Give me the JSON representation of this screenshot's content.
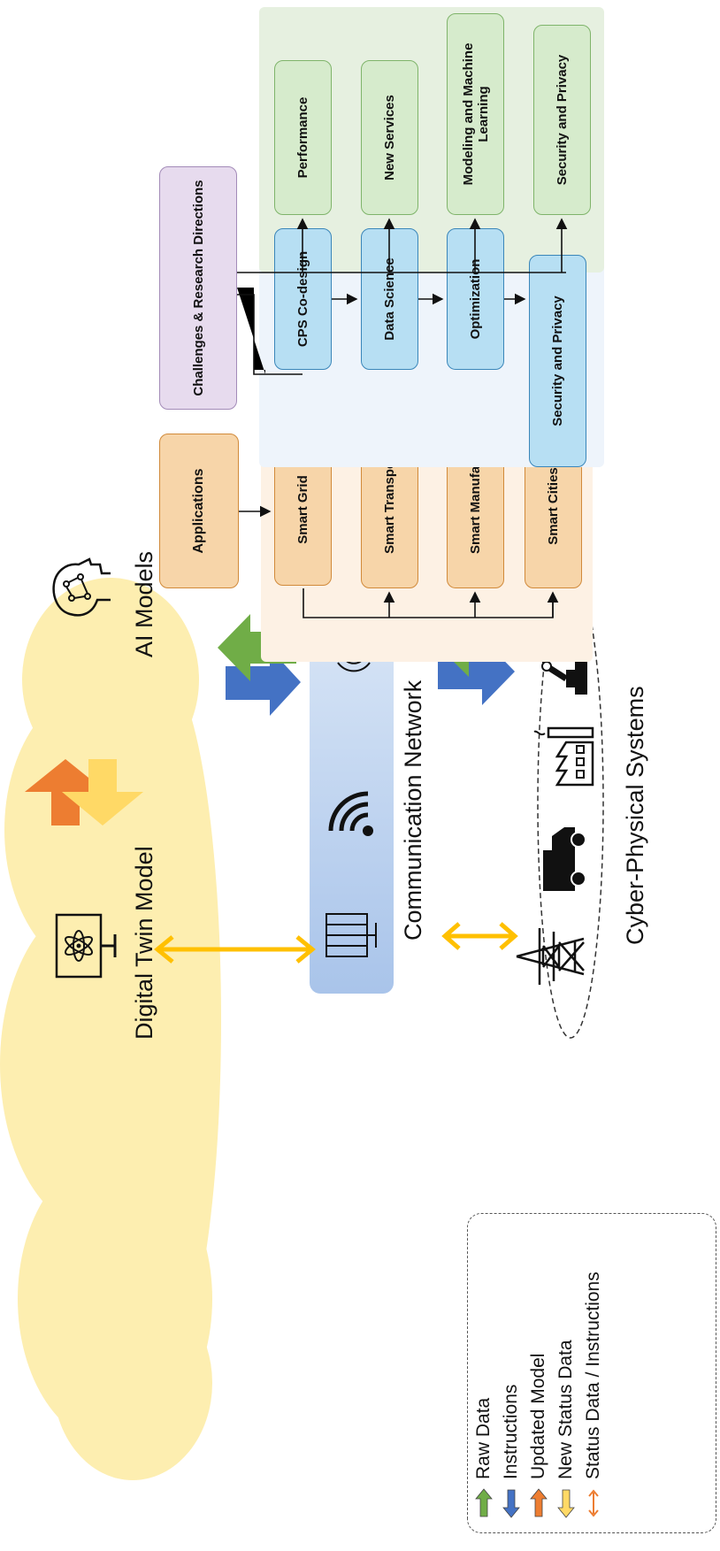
{
  "cloud": {
    "ai_models_label": "AI Models",
    "digital_twin_label": "Digital Twin Model"
  },
  "network": {
    "label": "Communication Network"
  },
  "cps": {
    "label": "Cyber-Physical Systems"
  },
  "applications": {
    "header": "Applications",
    "items": [
      "Smart Grid",
      "Smart Transportation",
      "Smart Manufacturing",
      "Smart Cities"
    ]
  },
  "challenges": {
    "header": "Challenges & Research Directions",
    "chain": [
      "CPS Co-design",
      "Data Science",
      "Optimization",
      "Security and Privacy"
    ],
    "directions": [
      "Performance",
      "New Services",
      "Modeling and Machine Learning",
      "Security and Privacy"
    ]
  },
  "legend": {
    "items": [
      {
        "label": "Raw Data",
        "color": "#70ad47",
        "arrow": "up"
      },
      {
        "label": "Instructions",
        "color": "#4472c4",
        "arrow": "down"
      },
      {
        "label": "Updated Model",
        "color": "#ed7d31",
        "arrow": "up"
      },
      {
        "label": "New Status Data",
        "color": "#ffd966",
        "arrow": "down"
      },
      {
        "label": "Status Data / Instructions",
        "color": "#ed7d31",
        "arrow": "both"
      }
    ]
  },
  "colors": {
    "raw_data": "#70ad47",
    "instructions": "#4472c4",
    "updated_model": "#ed7d31",
    "new_status_data": "#ffd966",
    "status_instructions": "#ffc000",
    "cloud": "#fdeeb0",
    "network_box": "#a9c4ea",
    "applications_box": "#f7d5a9",
    "chain_box": "#b7dff3",
    "direction_box": "#d6ebcc",
    "challenges_box": "#e7dbee"
  }
}
